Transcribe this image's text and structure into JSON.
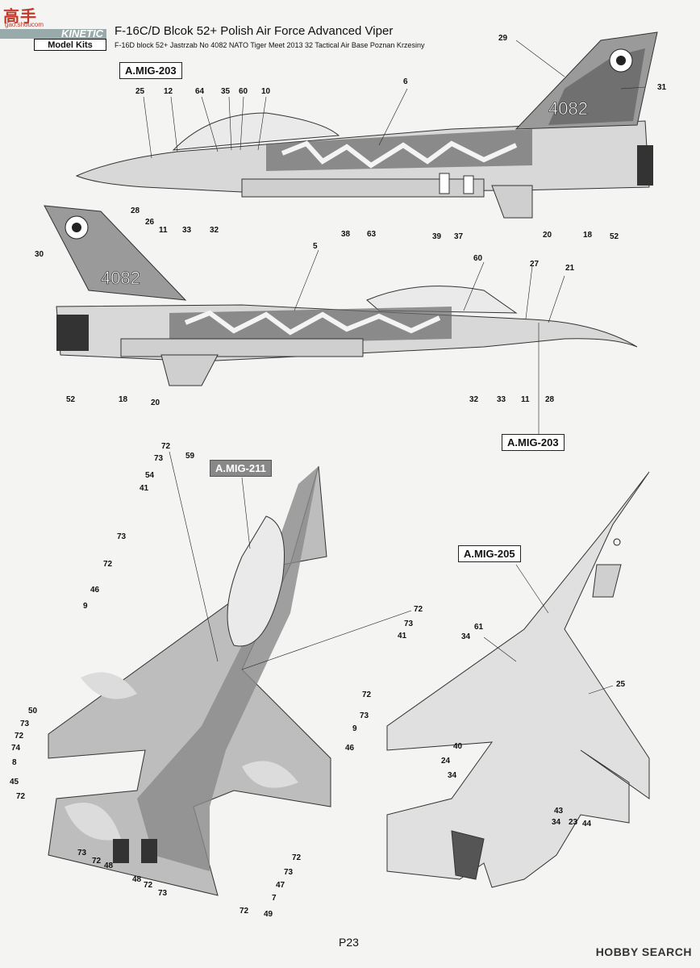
{
  "branding": {
    "site_logo": "高手",
    "site_url": "gao.shoucom",
    "brand": "KINETIC",
    "brand_sub": "Model Kits"
  },
  "header": {
    "title": "F-16C/D Blcok 52+ Polish Air Force Advanced Viper",
    "subtitle": "F-16D block 52+ Jastrzab No 4082 NATO Tiger Meet 2013 32 Tactical Air Base Poznan Krzesiny"
  },
  "tail_number": "4082",
  "decal_refs": {
    "side_top": "A.MIG-203",
    "side_bottom": "A.MIG-203",
    "top_view": "A.MIG-211",
    "bottom_view": "A.MIG-205"
  },
  "callouts": {
    "side1": [
      "25",
      "12",
      "64",
      "35",
      "60",
      "10",
      "6",
      "29",
      "31",
      "28",
      "11",
      "33",
      "32",
      "38",
      "63",
      "39",
      "37",
      "20",
      "18",
      "52"
    ],
    "side2": [
      "26",
      "30",
      "5",
      "60",
      "27",
      "21",
      "52",
      "18",
      "20",
      "32",
      "33",
      "11",
      "28"
    ],
    "top": [
      "72",
      "73",
      "59",
      "54",
      "41",
      "73",
      "72",
      "46",
      "9",
      "50",
      "73",
      "72",
      "74",
      "8",
      "45",
      "72",
      "72",
      "73",
      "41",
      "72",
      "73",
      "9",
      "46",
      "73",
      "72",
      "48",
      "48",
      "72",
      "73",
      "72",
      "73",
      "47",
      "7",
      "49",
      "72"
    ],
    "bottom": [
      "61",
      "34",
      "25",
      "40",
      "24",
      "34",
      "43",
      "34",
      "23",
      "44"
    ]
  },
  "footer": {
    "page": "P23",
    "watermark": "HOBBY SEARCH"
  },
  "colors": {
    "camo_light": "#c9c9c9",
    "camo_mid": "#9a9a9a",
    "camo_dark": "#555555",
    "airframe": "#dcdcdc"
  }
}
